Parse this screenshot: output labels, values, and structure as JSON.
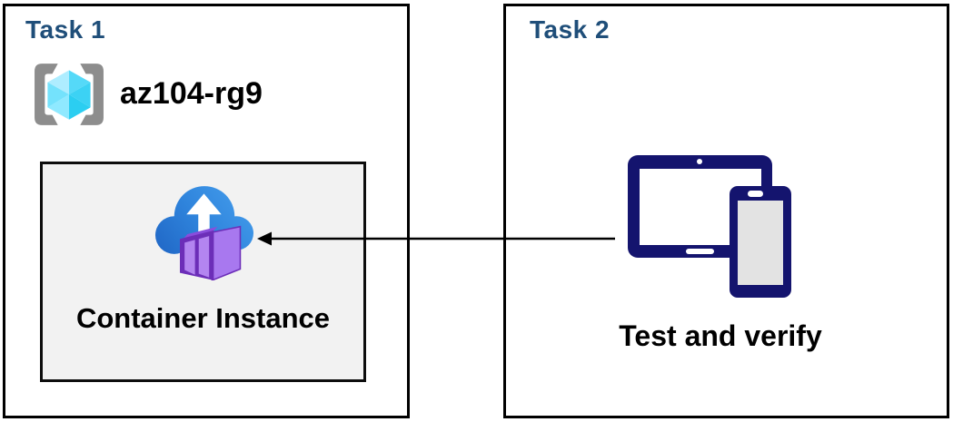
{
  "diagram": {
    "task1": {
      "title": "Task 1",
      "resource_group": {
        "name": "az104-rg9",
        "icon": "resource-group-icon"
      },
      "container_box": {
        "label": "Container Instance",
        "icon": "container-instance-icon"
      }
    },
    "task2": {
      "title": "Task 2",
      "device_label": "Test and verify",
      "icon": "devices-icon"
    },
    "arrow": {
      "description": "horizontal connector from Task 2 devices to Container Instance box",
      "direction": "right-to-left"
    },
    "colors": {
      "task_title_blue": "#1F4E79",
      "box_border": "#000000",
      "inner_box_background": "#F2F2F2",
      "device_navy": "#14146E",
      "bracket_gray": "#8D8D8D",
      "cube_cyan_light": "#AEEDFF",
      "cube_cyan_dark": "#2BCEF1",
      "cloud_blue_light": "#47A0EE",
      "cloud_blue_dark": "#1E62C2",
      "container_purple_light": "#A878EF",
      "container_purple_dark": "#6C2EB8",
      "arrow_black": "#000000"
    }
  }
}
